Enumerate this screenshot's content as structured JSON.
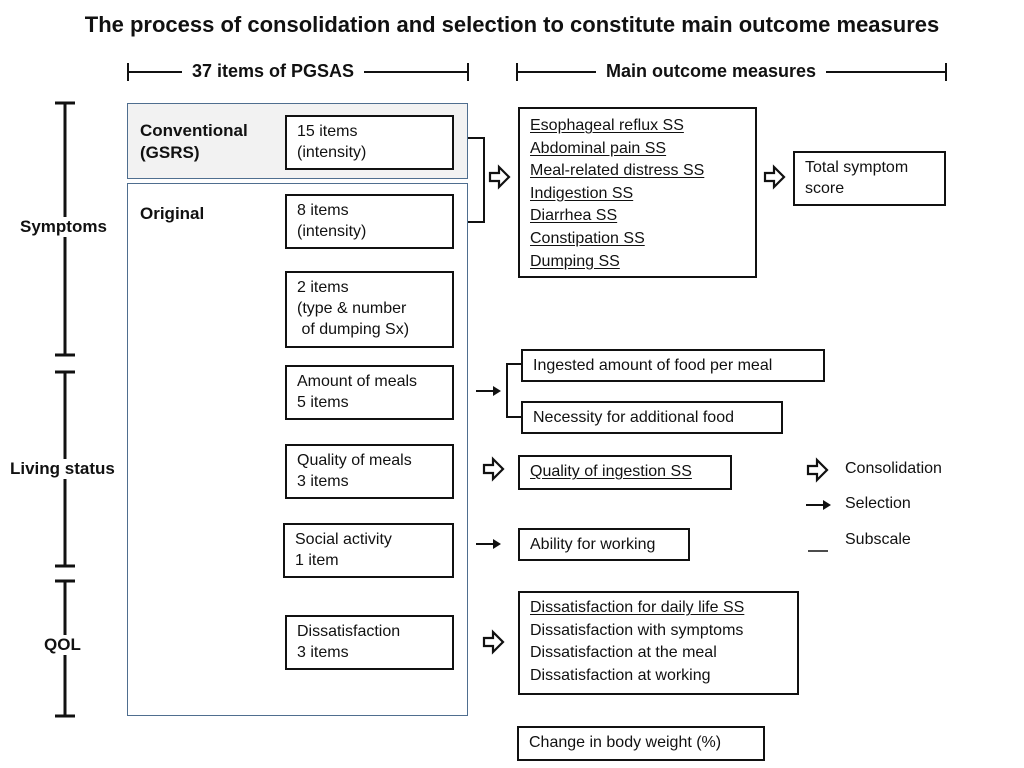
{
  "title": "The process of consolidation and selection to constitute main outcome measures",
  "headers": {
    "left": "37 items of PGSAS",
    "right": "Main outcome measures"
  },
  "categories": [
    "Symptoms",
    "Living status",
    "QOL"
  ],
  "groups": {
    "conventional": [
      "Conventional",
      "(GSRS)"
    ],
    "original": "Original"
  },
  "items": {
    "gsrs": [
      "15 items",
      "(intensity)"
    ],
    "intensity8": [
      "8 items",
      "(intensity)"
    ],
    "dumping2": [
      "2 items",
      "(type & number",
      " of dumping Sx)"
    ],
    "amount": [
      "Amount of meals",
      "5 items"
    ],
    "quality": [
      "Quality of meals",
      "3 items"
    ],
    "social": [
      "Social activity",
      "1 item"
    ],
    "dissat": [
      "Dissatisfaction",
      "3 items"
    ]
  },
  "outcomes": {
    "subscales": [
      "Esophageal reflux SS",
      "Abdominal pain SS",
      "Meal-related distress SS",
      "Indigestion SS",
      "Diarrhea SS",
      "Constipation SS",
      "Dumping SS"
    ],
    "total": [
      "Total symptom",
      "score"
    ],
    "ingested": "Ingested amount of food per meal",
    "necessity": "Necessity for additional food",
    "quality_ss": "Quality of ingestion SS",
    "working": "Ability for working",
    "dissat": [
      "Dissatisfaction for daily life SS",
      "Dissatisfaction with symptoms",
      "Dissatisfaction at the meal",
      "Dissatisfaction at working"
    ],
    "weight": "Change in body weight (%)"
  },
  "legend": {
    "consolidation": "Consolidation",
    "selection": "Selection",
    "subscale": "Subscale"
  }
}
